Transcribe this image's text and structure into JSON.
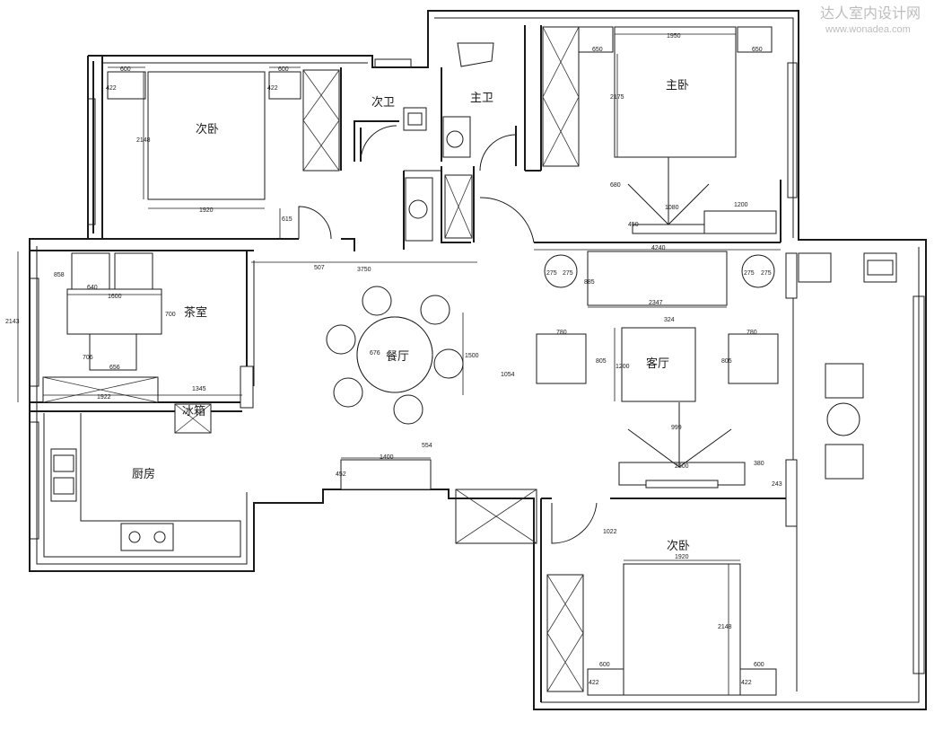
{
  "watermark": {
    "brand": "达人室内设计网",
    "url": "www.wonadea.com"
  },
  "rooms": {
    "bedroom_nw": "次卧",
    "bath_2": "次卫",
    "bath_master": "主卫",
    "master_bedroom": "主卧",
    "tea_room": "茶室",
    "dining": "餐厅",
    "living": "客厅",
    "fridge": "冰箱",
    "kitchen": "厨房",
    "bedroom_s": "次卧"
  },
  "dims": {
    "d600a": "600",
    "d600b": "600",
    "d422a": "422",
    "d422b": "422",
    "d2148a": "2148",
    "d1920a": "1920",
    "d615": "615",
    "d1950": "1950",
    "d650a": "650",
    "d650b": "650",
    "d2175": "2175",
    "d680": "680",
    "d1080": "1080",
    "d1200a": "1200",
    "d450": "450",
    "d4240": "4240",
    "d507": "507",
    "d3750": "3750",
    "d858": "858",
    "d640": "640",
    "d1600": "1600",
    "d700": "700",
    "d706": "706",
    "d656": "656",
    "d2143": "2143",
    "d1922": "1922",
    "d1345": "1345",
    "d676": "676",
    "d1500": "1500",
    "d1054": "1054",
    "d275a": "275",
    "d275b": "275",
    "d275c": "275",
    "d275d": "275",
    "d885": "885",
    "d2347": "2347",
    "d324": "324",
    "d780a": "780",
    "d780b": "780",
    "d805a": "805",
    "d805b": "805",
    "d1200b": "1200",
    "d999": "999",
    "d2500": "2500",
    "d380": "380",
    "d243": "243",
    "d1400": "1400",
    "d554": "554",
    "d452": "452",
    "d1022": "1022",
    "d1920b": "1920",
    "d2148b": "2148",
    "d600c": "600",
    "d600d": "600",
    "d422c": "422",
    "d422d": "422"
  }
}
